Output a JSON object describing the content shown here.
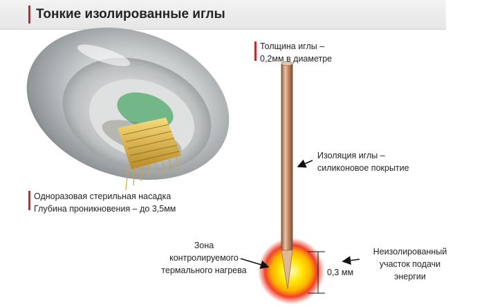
{
  "header": {
    "title": "Тонкие изолированные иглы"
  },
  "labels": {
    "thickness_line1": "Толщина иглы –",
    "thickness_line2": "0,2мм в диаметре",
    "insulation_line1": "Изоляция иглы –",
    "insulation_line2": "силиконовое покрытие",
    "cartridge_line1": "Одноразовая стерильная насадка",
    "cartridge_line2": "Глубина проникновения –  до 3,5мм",
    "zone_line1": "Зона",
    "zone_line2": "контролируемого",
    "zone_line3": "термального нагрева",
    "uninsulated_line1": "Неизолированный",
    "uninsulated_line2": "участок подачи",
    "uninsulated_line3": "энергии",
    "tip_length": "0,3 мм"
  },
  "colors": {
    "accent": "#c0282b",
    "header_bg": "#e9e9e9",
    "needle": "#c98f69",
    "glow_outer": "#e8322a",
    "glow_inner": "#ffe600"
  }
}
